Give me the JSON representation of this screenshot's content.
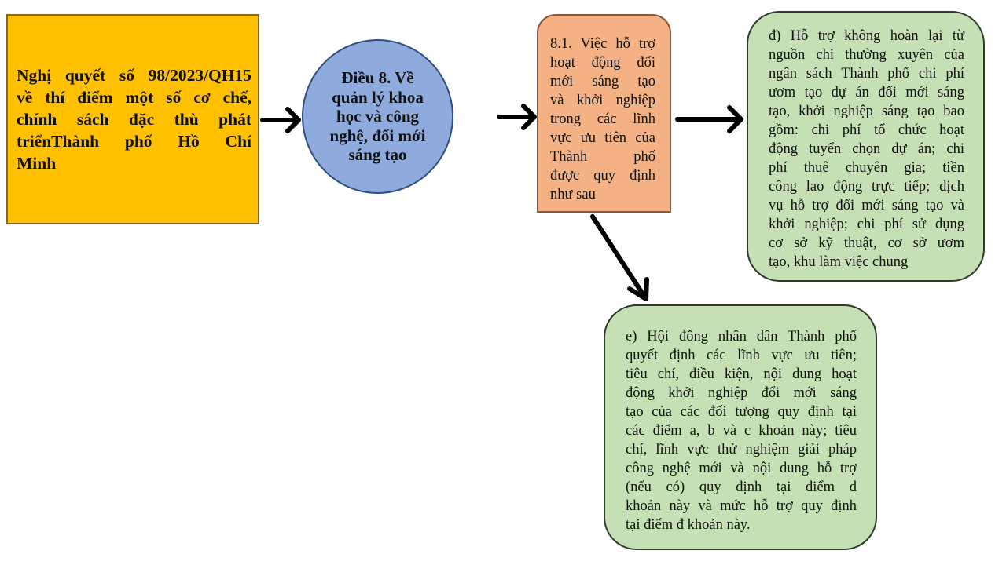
{
  "resolution_box": {
    "lines": [
      "Nghị quyết số 98/2023/QH15",
      "về thí điểm một số cơ chế,",
      "chính sách đặc thù phát",
      "triểnThành phố Hồ Chí",
      "Minh"
    ]
  },
  "article_node": {
    "lines": [
      "Điều 8. Về",
      "quản lý khoa",
      "học và công",
      "nghệ, đổi mới",
      "sáng tạo"
    ]
  },
  "clause_box": {
    "lines": [
      "8.1. Việc hỗ trợ",
      "hoạt động đổi",
      "mới sáng tạo",
      "và khởi nghiệp",
      "trong các lĩnh",
      "vực ưu tiên của",
      "Thành phố",
      "được quy định",
      "như sau"
    ]
  },
  "point_d_box": {
    "lines": [
      "đ) Hỗ trợ không hoàn lại từ",
      "nguồn chi thường xuyên của",
      "ngân sách Thành phố chi phí",
      "ươm tạo dự án đổi mới sáng",
      "tạo, khởi nghiệp sáng tạo bao",
      "gồm: chi phí tổ chức hoạt",
      "động tuyển chọn dự án; chi",
      "phí thuê chuyên gia; tiền",
      "công lao động trực tiếp; dịch",
      "vụ hỗ trợ đổi mới sáng tạo và",
      "khởi nghiệp; chi phí sử dụng",
      "cơ sở kỹ thuật, cơ sở ươm",
      "tạo, khu làm việc chung"
    ]
  },
  "point_e_box": {
    "lines": [
      "e) Hội đồng nhân dân Thành phố",
      "quyết định các lĩnh vực ưu tiên;",
      "tiêu chí, điều kiện, nội dung hoạt",
      "động khởi nghiệp đổi mới sáng",
      "tạo của các đối tượng quy định tại",
      "các điểm a, b và c khoản này; tiêu",
      "chí, lĩnh vực thử nghiệm giải pháp",
      "công nghệ mới và nội dung hỗ trợ",
      "(nếu có) quy định tại điểm d",
      "khoản này và mức hỗ trợ quy định",
      "tại điểm đ khoản này."
    ]
  },
  "colors": {
    "resolution_fill": "#FFC000",
    "article_fill": "#8FAADC",
    "clause_fill": "#F4B183",
    "point_fill": "#C5E0B4",
    "arrow": "#000000"
  }
}
